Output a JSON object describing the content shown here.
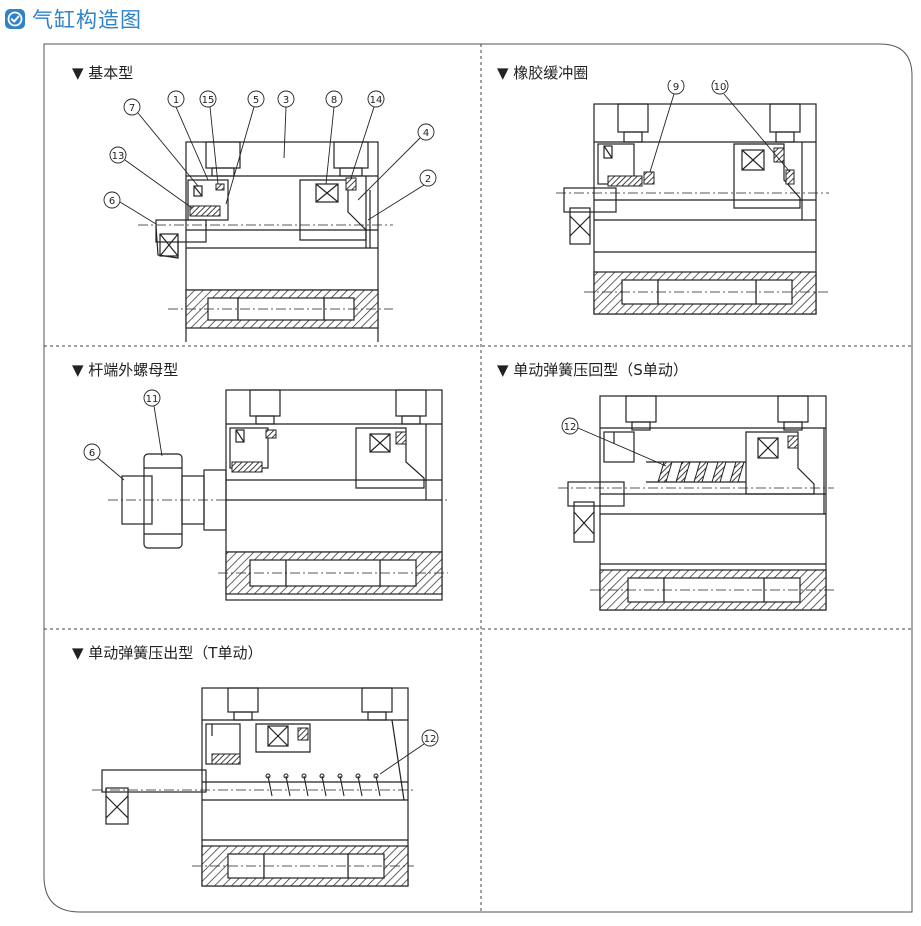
{
  "header": {
    "title": "气缸构造图",
    "accent": "#2f83c9"
  },
  "panels": {
    "basic": {
      "title": "▼ 基本型",
      "callouts": [
        "1",
        "2",
        "3",
        "4",
        "5",
        "6",
        "7",
        "8",
        "13",
        "14",
        "15"
      ]
    },
    "rubber": {
      "title": "▼ 橡胶缓冲圈",
      "callouts": [
        "9",
        "10"
      ]
    },
    "rodnut": {
      "title": "▼ 杆端外螺母型",
      "callouts": [
        "6",
        "11"
      ]
    },
    "sreturn": {
      "title": "▼ 单动弹簧压回型（S单动）",
      "callouts": [
        "12"
      ]
    },
    "tpush": {
      "title": "▼ 单动弹簧压出型（T单动）",
      "callouts": [
        "12"
      ]
    }
  }
}
